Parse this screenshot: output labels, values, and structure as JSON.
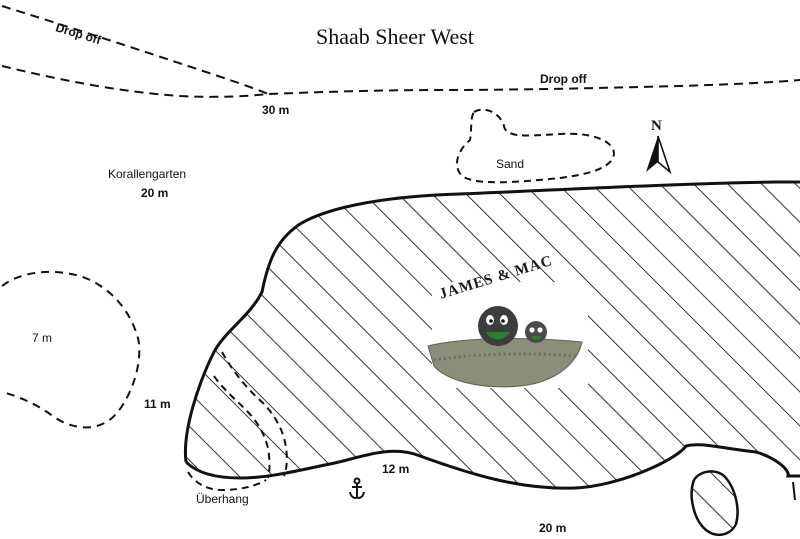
{
  "title": "Shaab Sheer West",
  "labels": {
    "drop_off_top_left": "Drop off",
    "drop_off_right": "Drop off",
    "depth_30": "30 m",
    "sand": "Sand",
    "north": "N",
    "korallengarten": "Korallengarten",
    "korallengarten_depth": "20 m",
    "depth_7": "7 m",
    "depth_11": "11 m",
    "depth_12": "12 m",
    "ueberhang": "Überhang",
    "depth_20_bottom": "20 m"
  },
  "logo": {
    "text": "JAMES & MAC"
  },
  "colors": {
    "ink": "#111111",
    "background": "#ffffff",
    "logo_stone": "#8a8f7a"
  },
  "icons": [
    "north-arrow-icon",
    "anchor-icon"
  ]
}
